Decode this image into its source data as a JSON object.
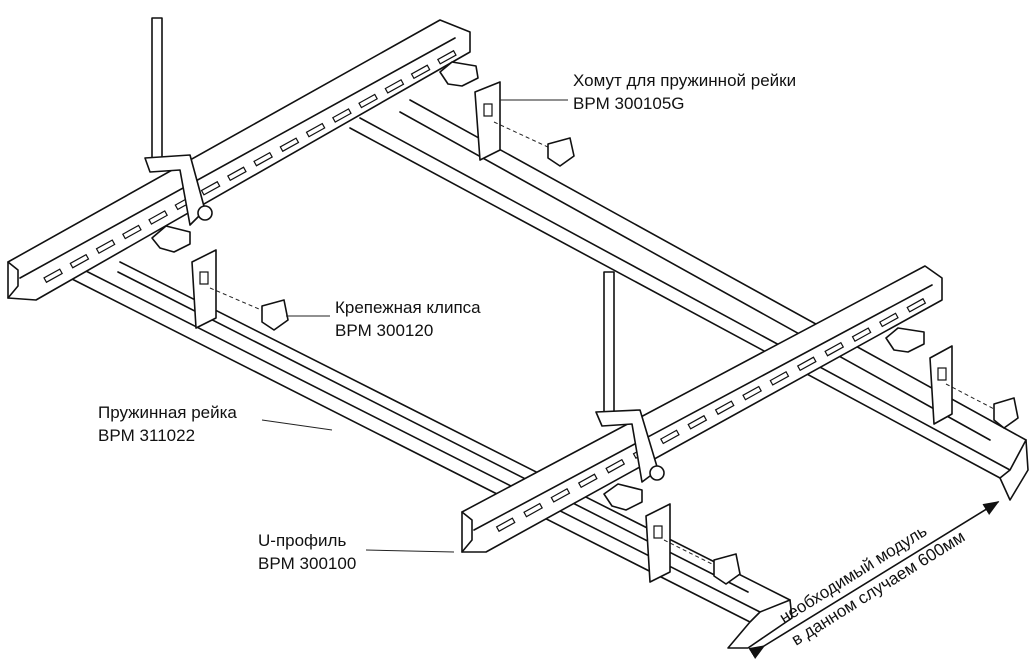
{
  "labels": {
    "clamp": {
      "line1": "Хомут для пружинной рейки",
      "line2": "BPM 300105G"
    },
    "clip": {
      "line1": "Крепежная клипса",
      "line2": "BPM 300120"
    },
    "spring_rail": {
      "line1": "Пружинная рейка",
      "line2": "BPM 311022"
    },
    "u_profile": {
      "line1": "U-профиль",
      "line2": "BPM 300100"
    },
    "module": {
      "line1": "необходимый модуль",
      "line2": "в данном случаем 600мм"
    }
  }
}
